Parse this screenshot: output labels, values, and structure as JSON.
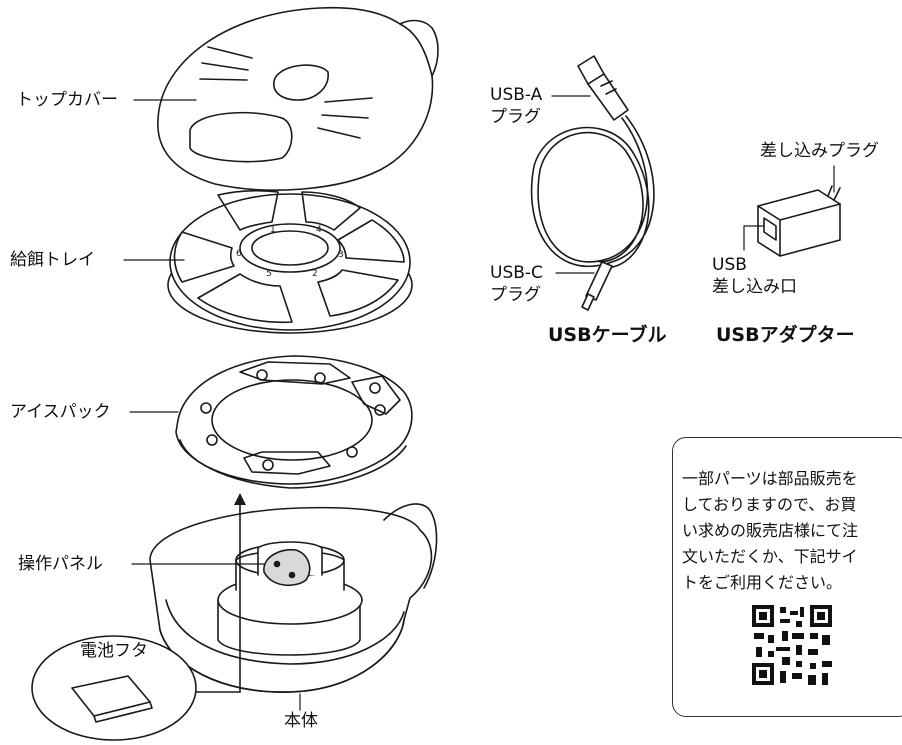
{
  "labels": {
    "top_cover": "トップカバー",
    "feeding_tray": "給餌トレイ",
    "ice_pack": "アイスパック",
    "control_panel": "操作パネル",
    "battery_cover": "電池フタ",
    "main_body": "本体",
    "usb_a_plug": "USB-A\nプラグ",
    "usb_c_plug": "USB-C\nプラグ",
    "outlet_plug": "差し込みプラグ",
    "usb_port": "USB\n差し込み口"
  },
  "captions": {
    "usb_cable": "USBケーブル",
    "usb_adapter": "USBアダプター"
  },
  "tray_numbers": [
    "1",
    "2",
    "3",
    "4",
    "5",
    "6"
  ],
  "info": {
    "text": "一部パーツは部品販売を\nしておりますので、お買\nい求めの販売店様にて注\n文いただくか、下記サイ\nトをご利用ください。"
  },
  "icons": {
    "qr": "qr-code-icon",
    "arrow": "arrow-up-icon"
  },
  "colors": {
    "line": "#1a1a1a",
    "fill": "#ffffff",
    "shade": "#d9d9d9"
  }
}
